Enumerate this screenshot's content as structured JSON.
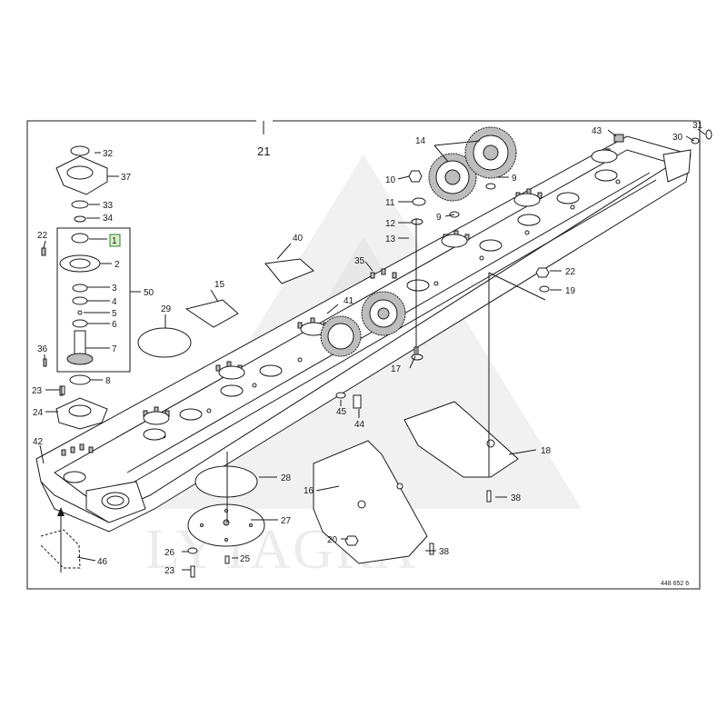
{
  "diagram": {
    "assembly_number": "21",
    "drawing_code": "448 652 6",
    "watermark": "LYTAGRA",
    "highlighted_part": "1",
    "callouts": {
      "c1": "1",
      "c2": "2",
      "c3": "3",
      "c4": "4",
      "c5": "5",
      "c6": "6",
      "c7": "7",
      "c8": "8",
      "c9a": "9",
      "c9b": "9",
      "c10": "10",
      "c11": "11",
      "c12": "12",
      "c13": "13",
      "c14": "14",
      "c15": "15",
      "c16": "16",
      "c17": "17",
      "c18": "18",
      "c19": "19",
      "c20": "20",
      "c22a": "22",
      "c22b": "22",
      "c23a": "23",
      "c23b": "23",
      "c24": "24",
      "c25": "25",
      "c26": "26",
      "c27": "27",
      "c28": "28",
      "c29": "29",
      "c30": "30",
      "c31": "31",
      "c32": "32",
      "c33": "33",
      "c34": "34",
      "c35": "35",
      "c36": "36",
      "c37": "37",
      "c38a": "38",
      "c38b": "38",
      "c40": "40",
      "c41": "41",
      "c42": "42",
      "c43": "43",
      "c44": "44",
      "c45": "45",
      "c46": "46",
      "c50": "50"
    }
  }
}
